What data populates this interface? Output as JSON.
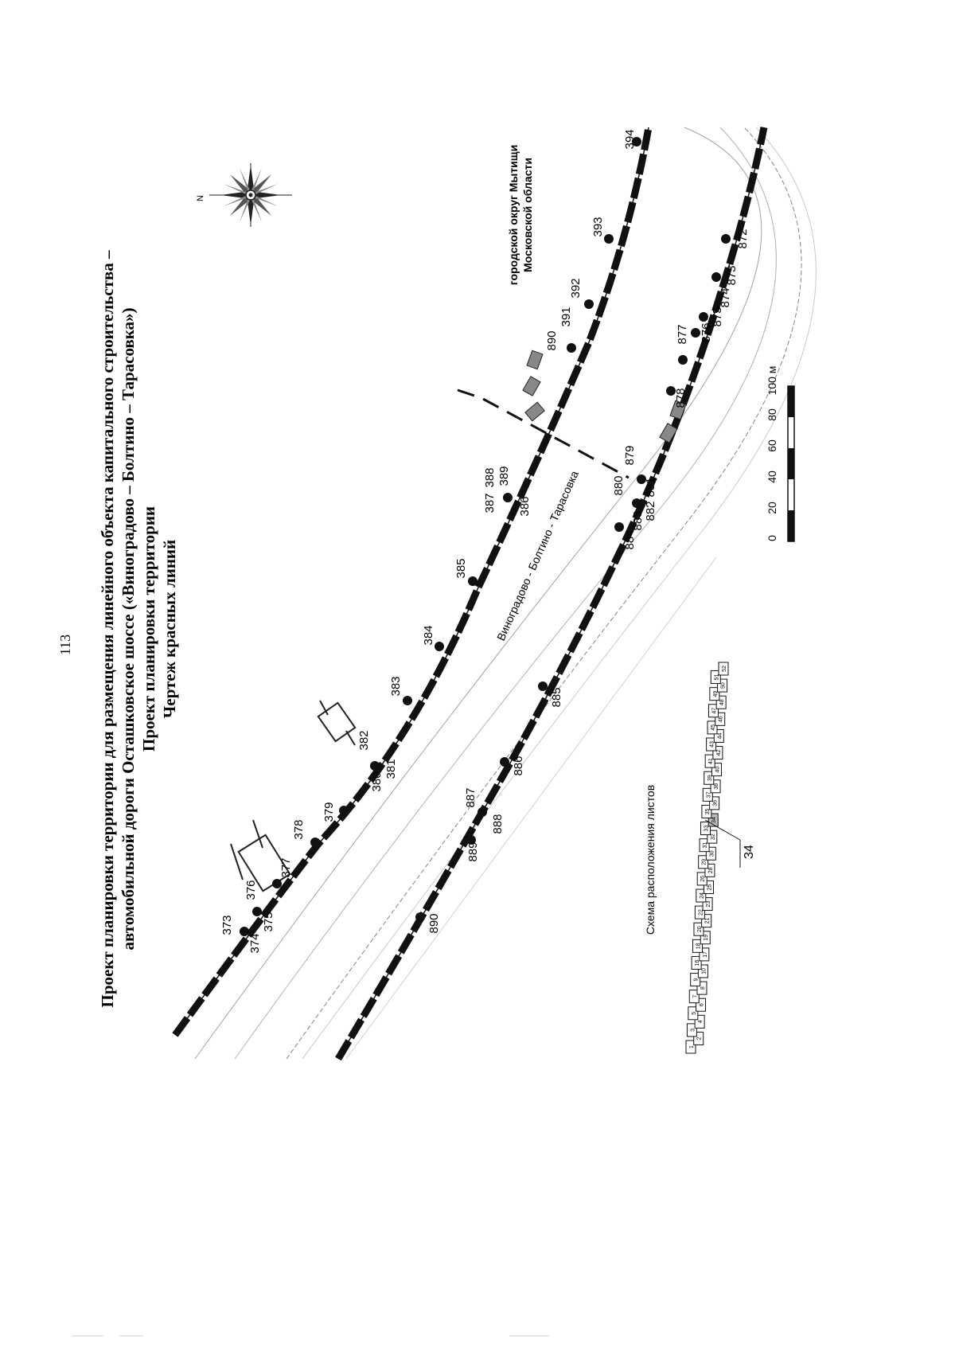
{
  "page_number": "113",
  "title": {
    "line1": "Проект планировки территории для размещения линейного объекта капитального строительства –",
    "line2": "автомобильной дороги Осташковское шоссе («Виноградово – Болтино – Тарасовка»)",
    "line3": "Проект планировки территории",
    "line4": "Чертеж красных линий"
  },
  "district_label": {
    "line1": "городской округ Мытищи",
    "line2": "Московской области"
  },
  "road_label": "Виноградово - Болтино - Тарасовка",
  "compass": {
    "north_label": "N",
    "icon": "compass-rose-icon"
  },
  "scale_bar": {
    "ticks": [
      "0",
      "20",
      "40",
      "60",
      "80",
      "100 м"
    ]
  },
  "upper_red_line_points": [
    "373",
    "374",
    "375",
    "376",
    "377",
    "378",
    "379",
    "380",
    "381",
    "382",
    "383",
    "384",
    "385",
    "386",
    "387",
    "388",
    "389",
    "890",
    "391",
    "392",
    "393",
    "394"
  ],
  "lower_red_line_points": [
    "890",
    "889",
    "888",
    "887",
    "886",
    "885",
    "884",
    "883",
    "882",
    "881",
    "880",
    "879",
    "878",
    "877",
    "876",
    "875",
    "874",
    "873",
    "872"
  ],
  "key_map": {
    "title": "Схема расположения листов",
    "sheets": [
      "1",
      "2",
      "3",
      "4",
      "5",
      "6",
      "7",
      "8",
      "9",
      "10",
      "16",
      "17",
      "18",
      "19",
      "20",
      "21",
      "22",
      "23",
      "24",
      "25",
      "26",
      "28",
      "29",
      "30",
      "31",
      "32",
      "33",
      "34",
      "35",
      "36",
      "37",
      "38",
      "39",
      "40",
      "41",
      "42",
      "43",
      "44",
      "45",
      "46",
      "47",
      "48",
      "49",
      "50",
      "51",
      "52"
    ],
    "current_sheet": "34"
  }
}
